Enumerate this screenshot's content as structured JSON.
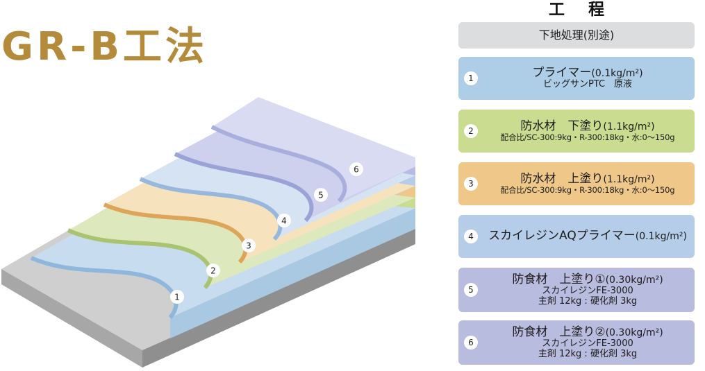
{
  "title": "GR-B工法",
  "steps_header": "工程",
  "substrate": {
    "label": "下地処理(別途)"
  },
  "steps": [
    {
      "num": "1",
      "main": "プライマー",
      "spec": "(0.1kg/m²)",
      "sub": [
        "ビッグサンPTC　原液"
      ],
      "color": "#aecde6"
    },
    {
      "num": "2",
      "main": "防水材　下塗り",
      "spec": "(1.1kg/m²)",
      "sub": [
        "配合比/SC-300:9kg・R-300:18kg・水:0〜150g"
      ],
      "color": "#c9dc8f"
    },
    {
      "num": "3",
      "main": "防水材　上塗り",
      "spec": "(1.1kg/m²)",
      "sub": [
        "配合比/SC-300:9kg・R-300:18kg・水:0〜150g"
      ],
      "color": "#efc889"
    },
    {
      "num": "4",
      "main": "スカイレジンAQプライマー",
      "spec": "(0.1kg/m²)",
      "sub": [],
      "color": "#b6cde9"
    },
    {
      "num": "5",
      "main": "防食材　上塗り①",
      "spec": "(0.30kg/m²)",
      "sub": [
        "スカイレジンFE-3000",
        "主剤 12kg : 硬化剤 3kg"
      ],
      "color": "#b8bcdf"
    },
    {
      "num": "6",
      "main": "防食材　上塗り②",
      "spec": "(0.30kg/m²)",
      "sub": [
        "スカイレジンFE-3000",
        "主剤 12kg : 硬化剤 3kg"
      ],
      "color": "#b8bcdf"
    }
  ],
  "diagram": {
    "markers": [
      "1",
      "2",
      "3",
      "4",
      "5",
      "6"
    ],
    "layer_colors": {
      "base": "#c9c9c9",
      "layer1": "#aecde6",
      "layer2": "#c9dc8f",
      "layer3": "#efc889",
      "layer4": "#b6cde9",
      "layer5": "#b6bce3",
      "layer6": "#c9cbeb"
    },
    "substrate_color": "#dcdddf"
  }
}
